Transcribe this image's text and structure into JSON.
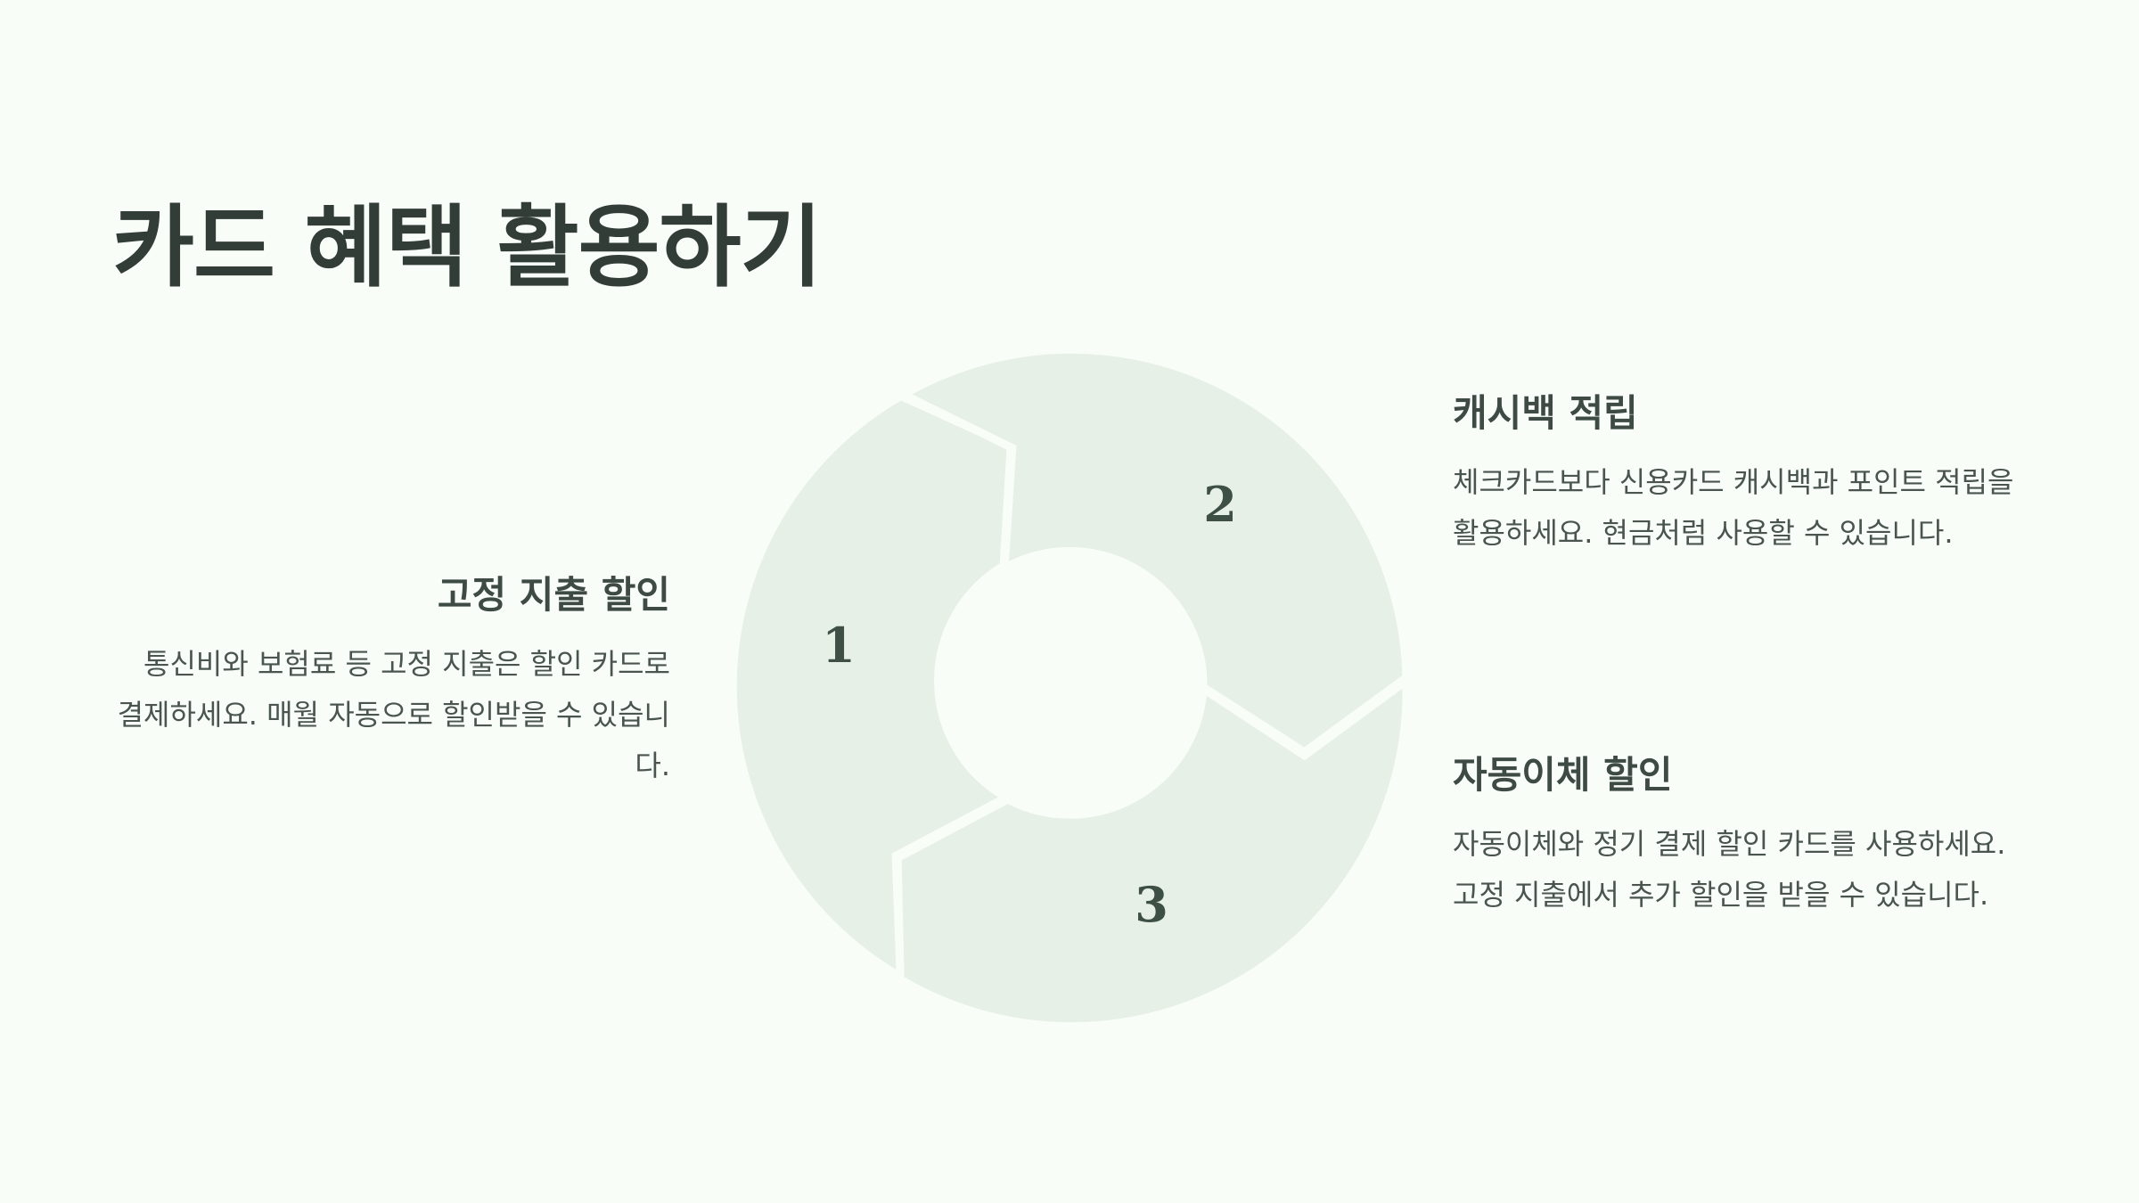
{
  "title": "카드 혜택 활용하기",
  "cycle": {
    "steps": [
      {
        "number": "1"
      },
      {
        "number": "2"
      },
      {
        "number": "3"
      }
    ],
    "colors": {
      "segment": "#e6f0e6",
      "background": "#f8fdf7",
      "number": "#3e5046"
    }
  },
  "blocks": {
    "fixed_expense": {
      "heading": "고정 지출 할인",
      "body": "통신비와 보험료 등 고정 지출은 할인 카드로 결제하세요. 매월 자동으로 할인받을 수 있습니다."
    },
    "cashback": {
      "heading": "캐시백 적립",
      "body": "체크카드보다 신용카드 캐시백과 포인트 적립을 활용하세요. 현금처럼 사용할 수 있습니다."
    },
    "autopay": {
      "heading": "자동이체 할인",
      "body": "자동이체와 정기 결제 할인 카드를 사용하세요. 고정 지출에서 추가 할인을 받을 수 있습니다."
    }
  }
}
